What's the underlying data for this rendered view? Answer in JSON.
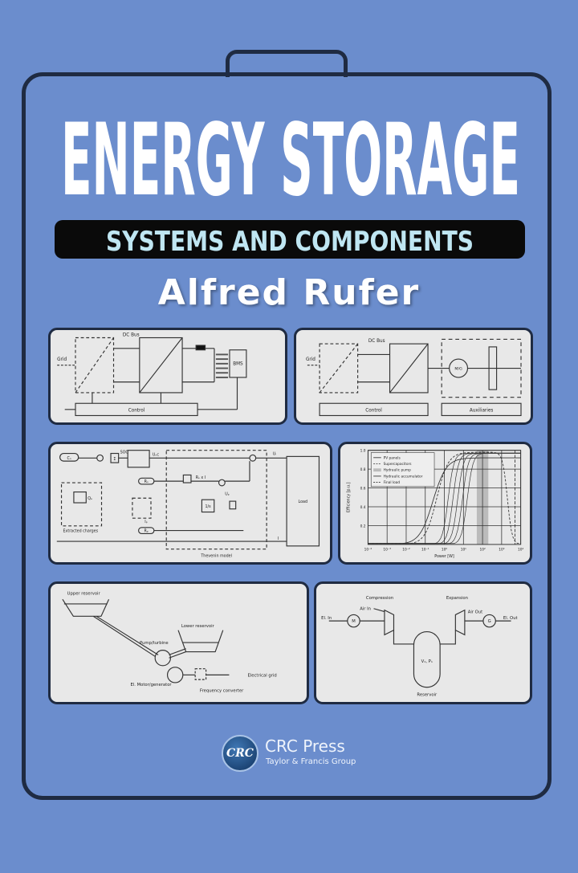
{
  "cover": {
    "title": "ENERGY STORAGE",
    "subtitle": "SYSTEMS AND COMPONENTS",
    "author": "Alfred Rufer",
    "colors": {
      "background": "#6b8dcd",
      "frame": "#1f2b42",
      "subtitle_bar": "#0a0a0a",
      "subtitle_text": "#bfe6f2",
      "panel": "#e8e8e8"
    }
  },
  "diagram1": {
    "grid": "Grid",
    "dc_bus": "DC Bus",
    "bms": "BMS",
    "control": "Control"
  },
  "diagram2": {
    "grid": "Grid",
    "dc_bus": "DC Bus",
    "mg": "M/G",
    "control": "Control",
    "auxiliaries": "Auxiliaries"
  },
  "diagram3": {
    "cn": "Cₙ",
    "sigma": "Σ",
    "soc": "SOC",
    "uoc": "Uₒc",
    "rs": "Rₛ",
    "rsi": "Rₛ x I",
    "rp": "Rₚ",
    "ip": "Iₚ",
    "up": "Uₚ",
    "integrator": "1/s",
    "qe": "Qₑ",
    "extracted": "Extracted charges",
    "thevenin": "Thevenin model",
    "ul": "Uₗ",
    "i": "I",
    "load": "Load"
  },
  "chart_data": {
    "type": "line",
    "xlabel": "Power [W]",
    "ylabel": "Efficiency [p.u.]",
    "x_scale": "log",
    "xlim": [
      0.0001,
      10000
    ],
    "ylim": [
      0,
      1.0
    ],
    "x_ticks": [
      "10⁻⁴",
      "10⁻³",
      "10⁻²",
      "10⁻¹",
      "10⁰",
      "10¹",
      "10²",
      "10³",
      "10⁴"
    ],
    "y_ticks": [
      "0.2",
      "0.4",
      "0.6",
      "0.8",
      "1.0"
    ],
    "grid": true,
    "legend_placement": "top-left",
    "legend": [
      "PV panels",
      "Supercapacitors",
      "Hydraulic pump",
      "Hydraulic accumulator",
      "Final load"
    ]
  },
  "diagram5": {
    "upper": "Upper reservoir",
    "lower": "Lower reservoir",
    "pump": "Pump/turbine",
    "motor": "El. Motor/generator",
    "converter": "Frequency converter",
    "grid": "Electrical grid"
  },
  "diagram6": {
    "compression": "Compression",
    "expansion": "Expansion",
    "air_in": "Air In",
    "air_out": "Air Out",
    "el_in": "El. In",
    "el_out": "El. Out",
    "m": "M",
    "g": "G",
    "vp": "V₁, P₁",
    "reservoir": "Reservoir"
  },
  "publisher": {
    "logo_text": "CRC",
    "name": "CRC Press",
    "group": "Taylor & Francis Group"
  }
}
